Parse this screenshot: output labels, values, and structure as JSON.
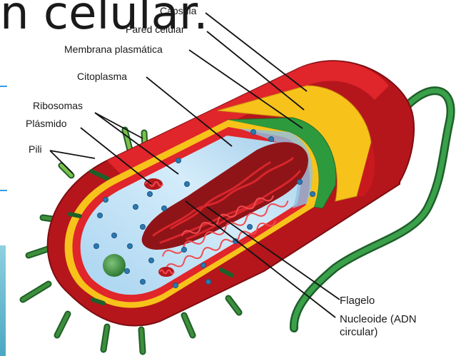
{
  "slide": {
    "title_fragment": "n celular."
  },
  "diagram": {
    "labels": {
      "capsula": "Cápsula",
      "pared_celular": "Pared celular",
      "membrana_plasmatica": "Membrana plasmática",
      "citoplasma": "Citoplasma",
      "ribosomas": "Ribosomas",
      "plasmido": "Plásmido",
      "pili": "Pili",
      "flagelo": "Flagelo",
      "nucleoide_line1": "Nucleoide (ADN",
      "nucleoide_line2": "circular)"
    },
    "colors": {
      "capsule": "#c8191e",
      "cell_wall": "#f7c31b",
      "membrane": "#2e9a3e",
      "cytoplasm": "#bfe0f4",
      "dna": "#b3171c",
      "flagellum": "#2b8a3e",
      "ribosome": "#2c79b0"
    }
  }
}
